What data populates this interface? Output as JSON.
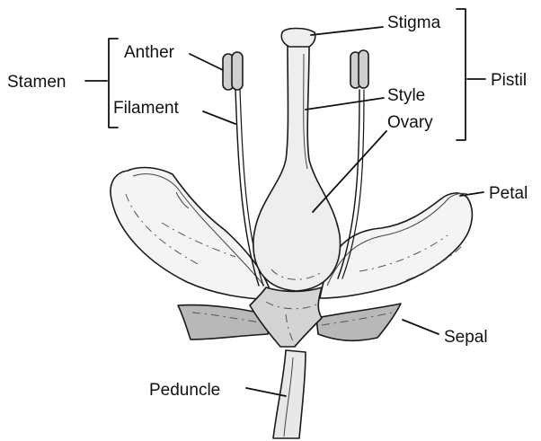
{
  "labels": {
    "stamen": "Stamen",
    "anther": "Anther",
    "filament": "Filament",
    "stigma": "Stigma",
    "style": "Style",
    "ovary": "Ovary",
    "pistil": "Pistil",
    "petal": "Petal",
    "sepal": "Sepal",
    "peduncle": "Peduncle"
  },
  "colors": {
    "petal": "#f4f4f4",
    "pistil": "#eeeeee",
    "receptacle": "#d4d4d4",
    "sepal": "#b8b8b8",
    "peduncle": "#e8e8e8",
    "anther": "#cfcfcf",
    "outline": "#1a1a1a"
  }
}
